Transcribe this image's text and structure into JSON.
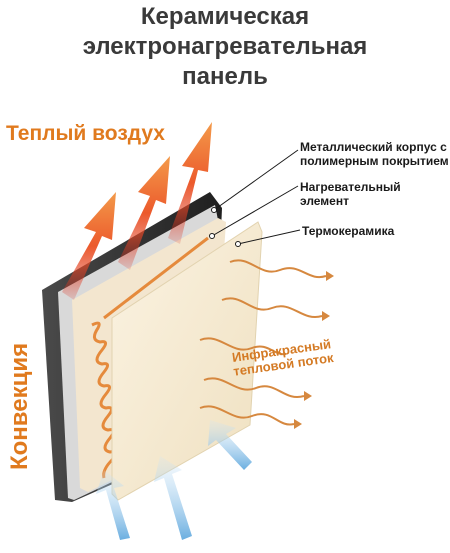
{
  "title": {
    "line1": "Керамическая",
    "line2": "электронагревательная",
    "line3": "панель"
  },
  "labels": {
    "warm_air": "Теплый воздух",
    "convection": "Конвекция",
    "metal_case_line1": "Металлический корпус с",
    "metal_case_line2": "полимерным покрытием",
    "heating_element": "Нагревательный элемент",
    "thermoceramic": "Термокерамика",
    "infrared_line1": "Инфракрасный",
    "infrared_line2": "тепловой поток"
  },
  "colors": {
    "title_text": "#3a3a3a",
    "accent_orange": "#e07a1e",
    "arrow_warm": "#ef7b3c",
    "arrow_cool": "#9fc9ea",
    "panel_dark": "#2b2b2b",
    "ceramic": "#f6ecd6",
    "heating_coil": "#e58a3c"
  }
}
